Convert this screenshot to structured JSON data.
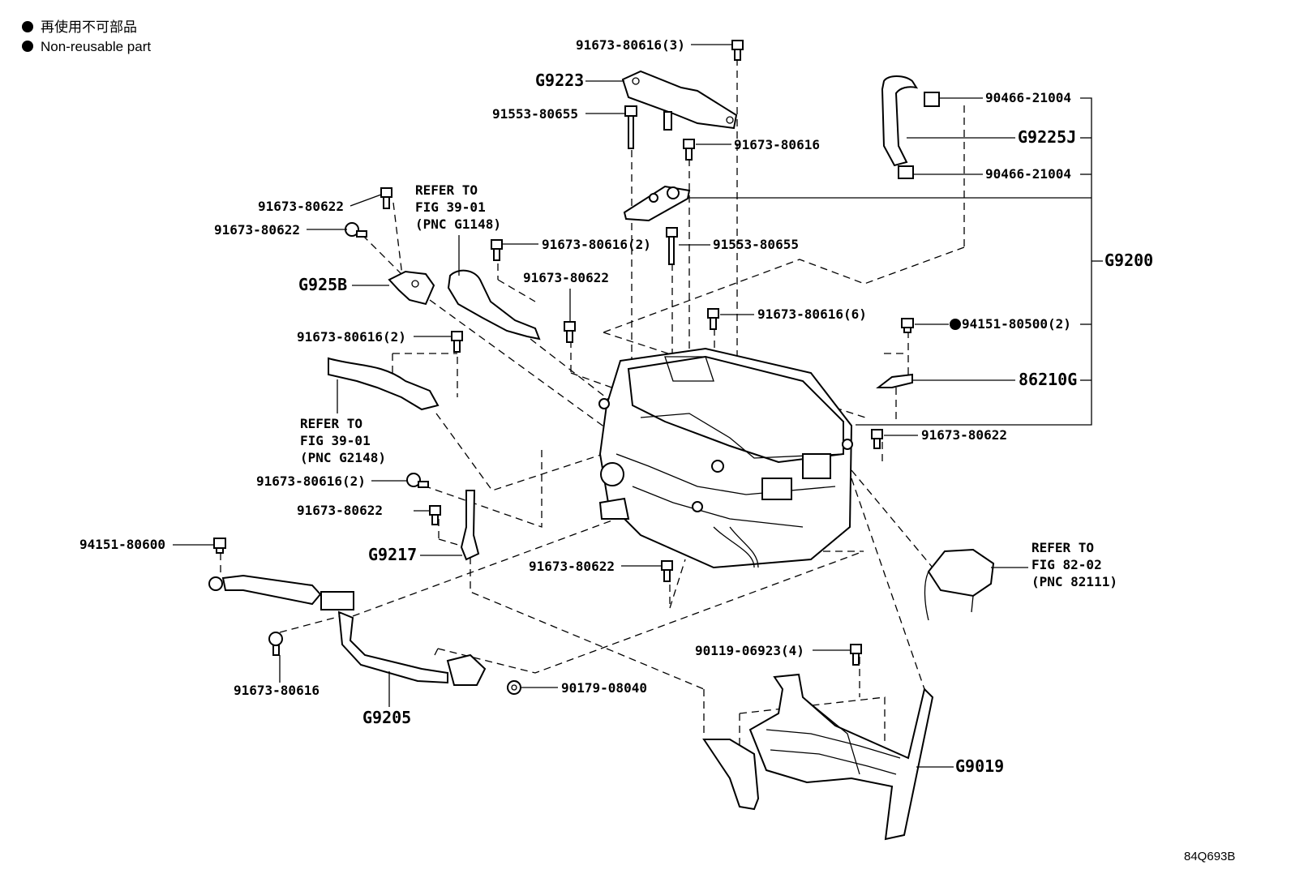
{
  "legend": {
    "line_cn": "再使用不可部品",
    "line_en": "Non-reusable part"
  },
  "labels": {
    "p_91673_80616_3": "91673-80616(3)",
    "p_g9223": "G9223",
    "p_91553_80655_a": "91553-80655",
    "p_91673_80616_a": "91673-80616",
    "p_90466_21004_a": "90466-21004",
    "p_g9225j": "G9225J",
    "p_90466_21004_b": "90466-21004",
    "p_91673_80622_a": "91673-80622",
    "p_91673_80622_b": "91673-80622",
    "ref1_line1": "REFER TO",
    "ref1_line2": "FIG 39-01",
    "ref1_line3": "(PNC G1148)",
    "p_91673_80616_2a": "91673-80616(2)",
    "p_91553_80655_b": "91553-80655",
    "p_g9200": "G9200",
    "p_g925b": "G925B",
    "p_91673_80622_c": "91673-80622",
    "p_91673_80616_6": "91673-80616(6)",
    "p_94151_80500_2": "94151-80500(2)",
    "p_91673_80616_2b": "91673-80616(2)",
    "p_86210g": "86210G",
    "ref2_line1": "REFER TO",
    "ref2_line2": "FIG 39-01",
    "ref2_line3": "(PNC G2148)",
    "p_91673_80622_d": "91673-80622",
    "p_91673_80616_2c": "91673-80616(2)",
    "p_91673_80622_e": "91673-80622",
    "p_g9217": "G9217",
    "p_94151_80600": "94151-80600",
    "ref3_line1": "REFER TO",
    "ref3_line2": "FIG 82-02",
    "ref3_line3": "(PNC 82111)",
    "p_91673_80622_f": "91673-80622",
    "p_90119_06923_4": "90119-06923(4)",
    "p_91673_80616_b": "91673-80616",
    "p_90179_08040": "90179-08040",
    "p_g9205": "G9205",
    "p_g9019": "G9019"
  },
  "footer": {
    "drawing_code": "84Q693B"
  }
}
